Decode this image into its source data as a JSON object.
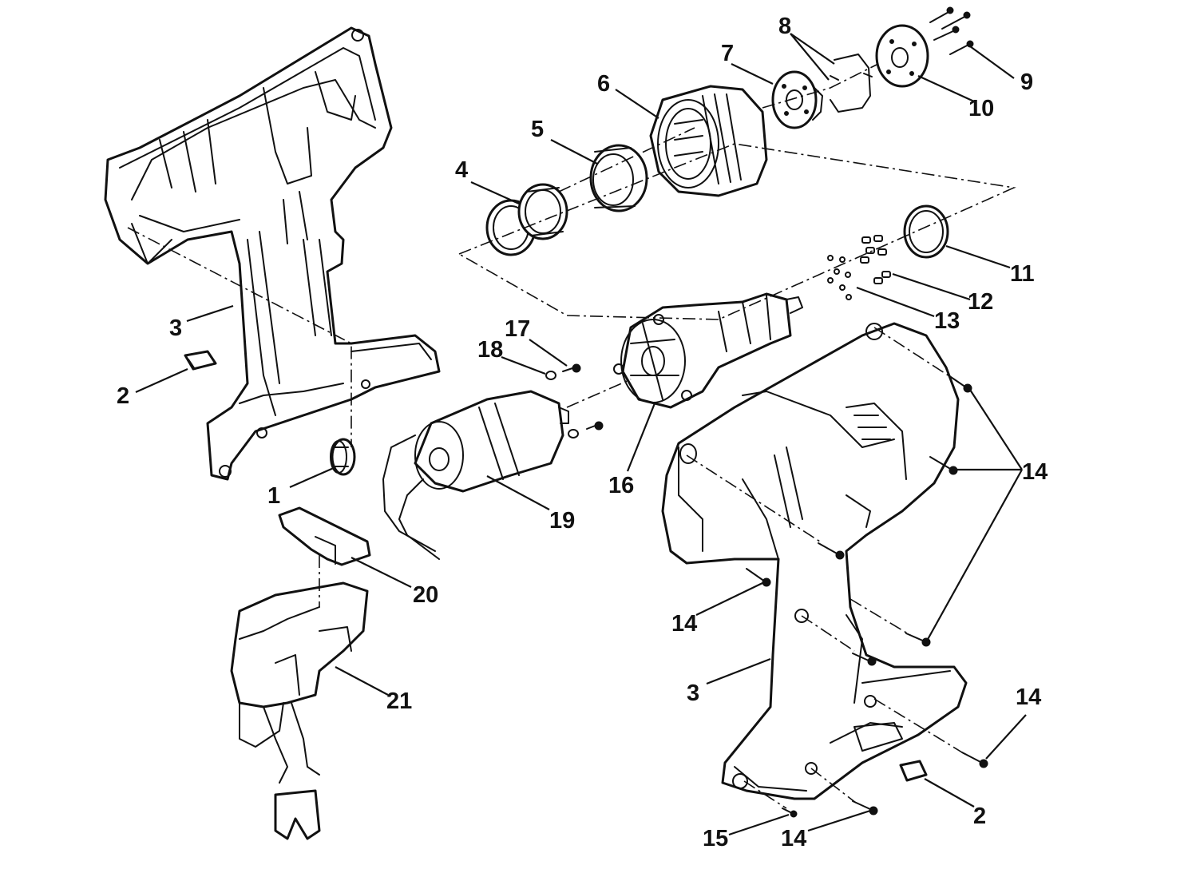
{
  "diagram": {
    "callouts": {
      "c1": "1",
      "c2a": "2",
      "c2b": "2",
      "c3a": "3",
      "c3b": "3",
      "c4": "4",
      "c5": "5",
      "c6": "6",
      "c7": "7",
      "c8": "8",
      "c9": "9",
      "c10": "10",
      "c11": "11",
      "c12": "12",
      "c13": "13",
      "c14a": "14",
      "c14b": "14",
      "c14c": "14",
      "c14d": "14",
      "c15": "15",
      "c16": "16",
      "c17": "17",
      "c18": "18",
      "c19": "19",
      "c20": "20",
      "c21": "21"
    }
  }
}
